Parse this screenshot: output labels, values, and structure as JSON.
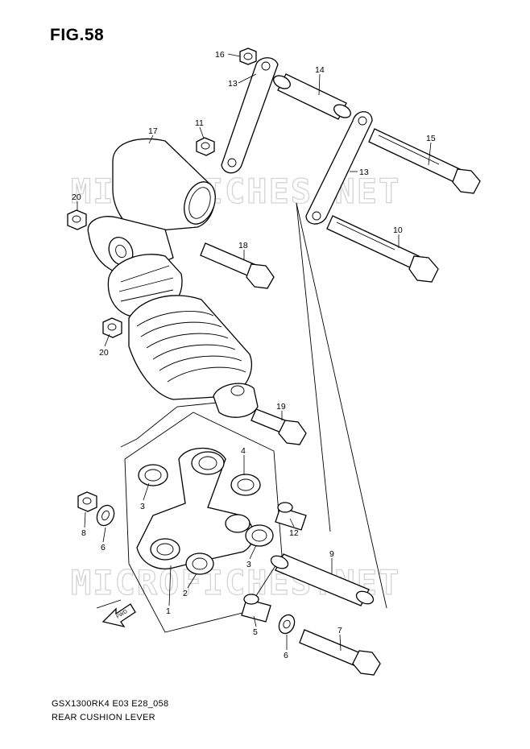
{
  "figure": {
    "title": "FIG.58",
    "model_code": "GSX1300RK4 E03 E28_058",
    "caption": "REAR CUSHION LEVER"
  },
  "watermark": {
    "text": "MICROFICHES.NET"
  },
  "fwd_arrow": {
    "label": "FWD"
  },
  "callouts": [
    {
      "id": "c16",
      "text": "16"
    },
    {
      "id": "c13a",
      "text": "13"
    },
    {
      "id": "c14",
      "text": "14"
    },
    {
      "id": "c17",
      "text": "17"
    },
    {
      "id": "c11",
      "text": "11"
    },
    {
      "id": "c15",
      "text": "15"
    },
    {
      "id": "c13b",
      "text": "13"
    },
    {
      "id": "c20a",
      "text": "20"
    },
    {
      "id": "c10",
      "text": "10"
    },
    {
      "id": "c18",
      "text": "18"
    },
    {
      "id": "c20b",
      "text": "20"
    },
    {
      "id": "c19",
      "text": "19"
    },
    {
      "id": "c4",
      "text": "4"
    },
    {
      "id": "c3a",
      "text": "3"
    },
    {
      "id": "c8",
      "text": "8"
    },
    {
      "id": "c6a",
      "text": "6"
    },
    {
      "id": "c12",
      "text": "12"
    },
    {
      "id": "c9",
      "text": "9"
    },
    {
      "id": "c3b",
      "text": "3"
    },
    {
      "id": "c2",
      "text": "2"
    },
    {
      "id": "c1",
      "text": "1"
    },
    {
      "id": "c7",
      "text": "7"
    },
    {
      "id": "c5",
      "text": "5"
    },
    {
      "id": "c6b",
      "text": "6"
    }
  ]
}
